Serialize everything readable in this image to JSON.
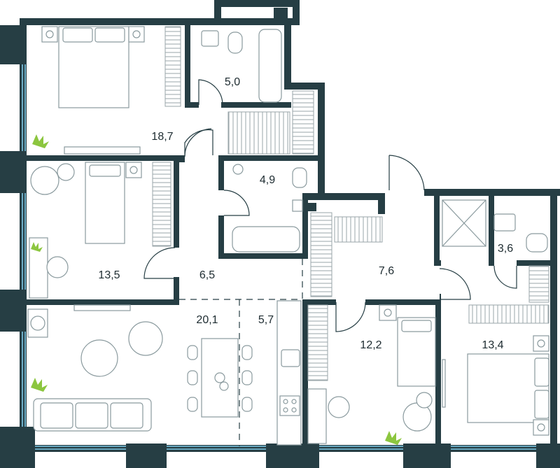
{
  "rooms": [
    {
      "id": "bedroom-top-left",
      "area": "18,7"
    },
    {
      "id": "bathroom-top",
      "area": "5,0"
    },
    {
      "id": "bathroom-middle",
      "area": "4,9"
    },
    {
      "id": "bedroom-left",
      "area": "13,5"
    },
    {
      "id": "hall-left",
      "area": "6,5"
    },
    {
      "id": "hall-right",
      "area": "7,6"
    },
    {
      "id": "shower-room",
      "area": "3,6"
    },
    {
      "id": "living-room",
      "area": "20,1"
    },
    {
      "id": "kitchen",
      "area": "5,7"
    },
    {
      "id": "bedroom-right-middle",
      "area": "12,2"
    },
    {
      "id": "bedroom-right",
      "area": "13,4"
    }
  ],
  "colors": {
    "wall": "#263e44",
    "window": "#7ec8e6",
    "furniture": "#8a9a9e",
    "plant": "#8cc63f"
  }
}
